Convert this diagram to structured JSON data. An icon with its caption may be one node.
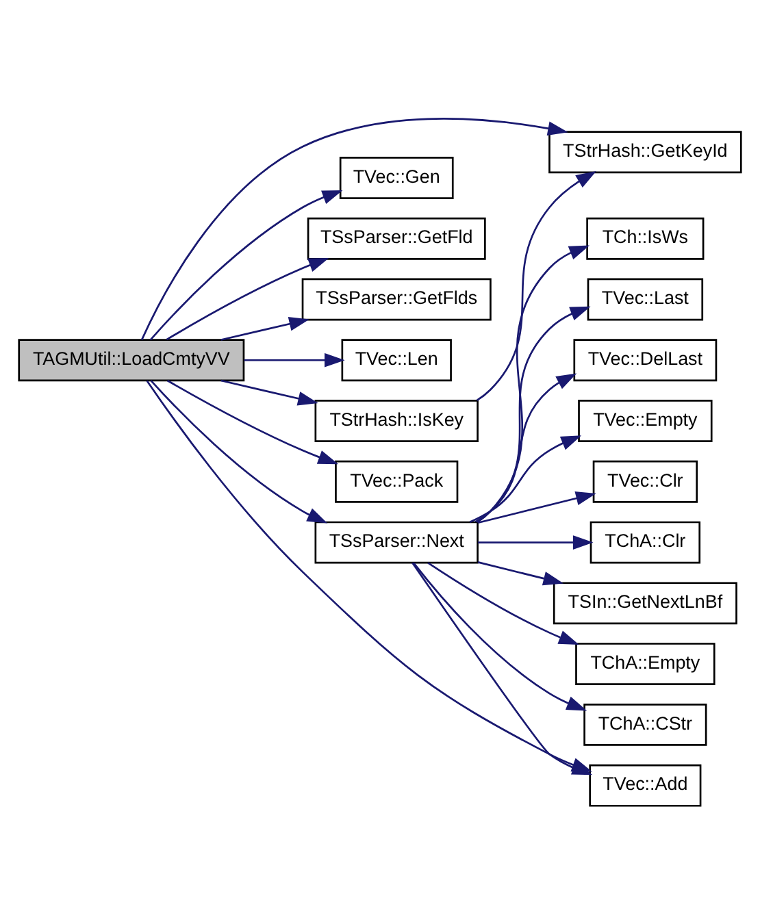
{
  "diagram": {
    "nodes": [
      {
        "text": [
          "TAGMUtil::LoadCmtyVV"
        ]
      },
      {
        "text": [
          "TStrHash::IsKey"
        ]
      },
      {
        "text": [
          "TVec::Gen"
        ]
      },
      {
        "text": [
          "TSsParser::GetFld"
        ]
      },
      {
        "text": [
          "TSsParser::GetFlds"
        ]
      },
      {
        "text": [
          "TVec::Len"
        ]
      },
      {
        "text": [
          "TSsParser::Next"
        ]
      },
      {
        "text": [
          "TVec::Pack"
        ]
      },
      {
        "text": [
          "TStrHash::GetKeyId"
        ]
      },
      {
        "text": [
          "TVec::Add"
        ]
      },
      {
        "text": [
          "TVec::DelLast"
        ]
      },
      {
        "text": [
          "TVec::Empty"
        ]
      },
      {
        "text": [
          "TVec::Clr"
        ]
      },
      {
        "text": [
          "TChA::Clr"
        ]
      },
      {
        "text": [
          "TSIn::GetNextLnBf"
        ]
      },
      {
        "text": [
          "TChA::Empty"
        ]
      },
      {
        "text": [
          "TChA::CStr"
        ]
      },
      {
        "text": [
          "TCh::IsWs"
        ]
      },
      {
        "text": [
          "TVec::Last"
        ]
      }
    ],
    "edges": [
      {
        "from": 0,
        "to": 1,
        "arrow": "to"
      },
      {
        "from": 0,
        "to": 2,
        "arrow": "to"
      },
      {
        "from": 0,
        "to": 3,
        "arrow": "to"
      },
      {
        "from": 0,
        "to": 4,
        "arrow": "to"
      },
      {
        "from": 0,
        "to": 8,
        "arrow": "to"
      },
      {
        "from": 0,
        "to": 9,
        "arrow": "to"
      },
      {
        "from": 0,
        "to": 5,
        "arrow": "to"
      },
      {
        "from": 0,
        "to": 6,
        "arrow": "to"
      },
      {
        "from": 0,
        "to": 7,
        "arrow": "to"
      },
      {
        "from": 1,
        "to": 8,
        "arrow": "to"
      },
      {
        "from": 6,
        "to": 9,
        "arrow": "to"
      },
      {
        "from": 6,
        "to": 10,
        "arrow": "to"
      },
      {
        "from": 6,
        "to": 11,
        "arrow": "to"
      },
      {
        "from": 6,
        "to": 12,
        "arrow": "to"
      },
      {
        "from": 6,
        "to": 13,
        "arrow": "to"
      },
      {
        "from": 6,
        "to": 14,
        "arrow": "to"
      },
      {
        "from": 6,
        "to": 15,
        "arrow": "to"
      },
      {
        "from": 6,
        "to": 16,
        "arrow": "to"
      },
      {
        "from": 6,
        "to": 17,
        "arrow": "to"
      },
      {
        "from": 6,
        "to": 18,
        "arrow": "to"
      }
    ]
  }
}
